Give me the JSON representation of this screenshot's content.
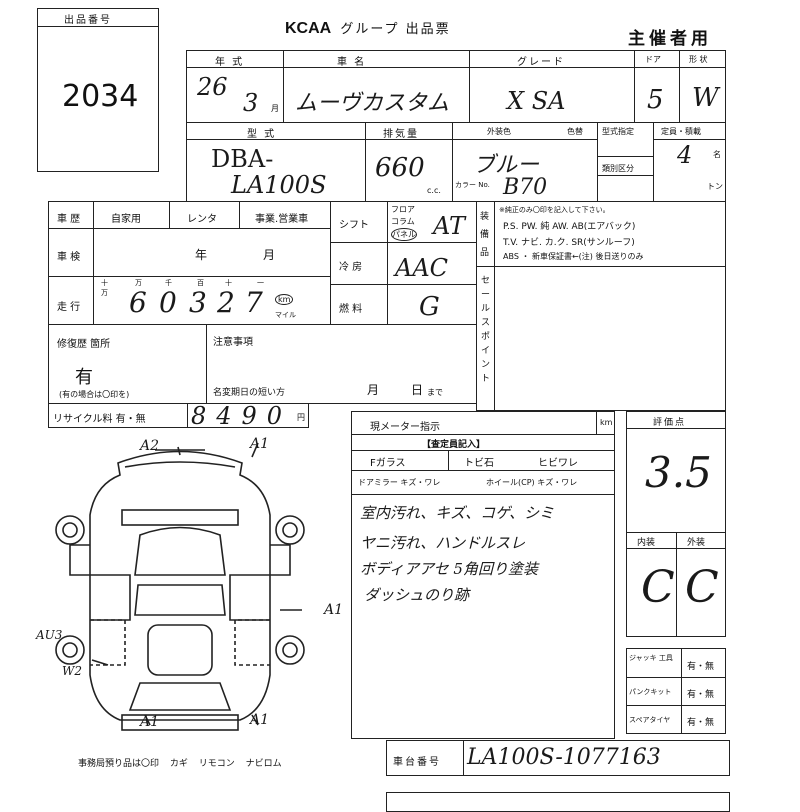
{
  "header": {
    "lot_label": "出品番号",
    "lot_number": "2034",
    "brand": "KCAA",
    "title_suffix": "グループ 出品票",
    "copy_type": "主催者用"
  },
  "row1": {
    "year_label": "年 式",
    "make_label": "車 名",
    "grade_label": "グレード",
    "door_label": "ドア",
    "shape_label": "形 状",
    "year_value": "26",
    "month_value": "3",
    "month_unit": "月",
    "model_value": "ムーヴカスタム",
    "grade_value": "X SA",
    "doors_value": "5",
    "shape_value": "W"
  },
  "row2": {
    "type_label": "型 式",
    "cc_label": "排気量",
    "color_label": "外装色",
    "color_change_label": "色替",
    "designation_label": "型式指定",
    "category_label": "類別区分",
    "capacity_label": "定員・積載",
    "type_value_1": "DBA-",
    "type_value_2": "LA100S",
    "cc_value": "660",
    "cc_unit": "c.c.",
    "color_value": "ブルー",
    "color_no_label": "カラー No.",
    "color_no_value": "B70",
    "capacity_value": "4",
    "capacity_unit": "名",
    "load_unit": "トン"
  },
  "history": {
    "label": "車 歴",
    "options": [
      "自家用",
      "レンタ",
      "事業.営業車"
    ]
  },
  "inspection": {
    "label": "車 検",
    "year_unit": "年",
    "month_unit": "月"
  },
  "mileage": {
    "label": "走 行",
    "digit_labels": [
      "十万",
      "万",
      "千",
      "百",
      "十",
      "一"
    ],
    "digits": [
      "6",
      "0",
      "3",
      "2",
      "7"
    ],
    "unit_km": "km",
    "unit_mile": "マイル"
  },
  "shift": {
    "label": "シフト",
    "options": [
      "フロア",
      "コラム",
      "パネル"
    ],
    "value": "AT"
  },
  "aircon": {
    "label": "冷 房",
    "value": "AAC"
  },
  "fuel": {
    "label": "燃 料",
    "value": "G"
  },
  "equipment": {
    "label": "装備品",
    "note": "※純正のみ〇印を記入して下さい。",
    "line1": "P.S. PW. 純 AW. AB(エアバック)",
    "line2": "T.V. ナビ. カ.ク. SR(サンルーフ)",
    "line3": "ABS ・ 新車保証書←(注) 後日送りのみ",
    "selling_points": "セールスポイント"
  },
  "repair": {
    "label": "修復歴 箇所",
    "value": "有",
    "note": "(有の場合は〇印を)"
  },
  "notes": {
    "label": "注意事項",
    "rename_label": "名変期日の短い方",
    "month": "月",
    "day": "日",
    "until": "まで"
  },
  "recycle": {
    "label": "リサイクル料 有・無",
    "value": "8490",
    "unit": "円"
  },
  "meter": {
    "label": "現メーター指示",
    "unit": "km"
  },
  "inspector": {
    "header": "【査定員記入】",
    "glass_label": "Fガラス",
    "glass_items": [
      "トビ石",
      "ヒビワレ"
    ],
    "mirror_label": "ドアミラー キズ・ワレ",
    "wheel_label": "ホイール(CP) キズ・ワレ",
    "comments": [
      "室内汚れ、キズ、コゲ、シミ",
      "ヤニ汚れ、ハンドルスレ",
      "ボディアアセ 5角回り塗装",
      "ダッシュのり跡"
    ]
  },
  "rating": {
    "label": "評価点",
    "value": "3.5",
    "interior_label": "内装",
    "exterior_label": "外装",
    "interior_value": "C",
    "exterior_value": "C"
  },
  "accessories": [
    {
      "label": "ジャッキ 工具",
      "value": "有・無"
    },
    {
      "label": "パンクキット",
      "value": "有・無"
    },
    {
      "label": "スペアタイヤ",
      "value": "有・無"
    }
  ],
  "diagram": {
    "marks": [
      "A2",
      "A1",
      "A1",
      "AU3",
      "W2",
      "A1",
      "A1"
    ]
  },
  "footer": {
    "note": "事務局預り品は〇印  カギ リモコン ナビロム",
    "vin_label": "車台番号",
    "vin_value": "LA100S-1077163"
  }
}
